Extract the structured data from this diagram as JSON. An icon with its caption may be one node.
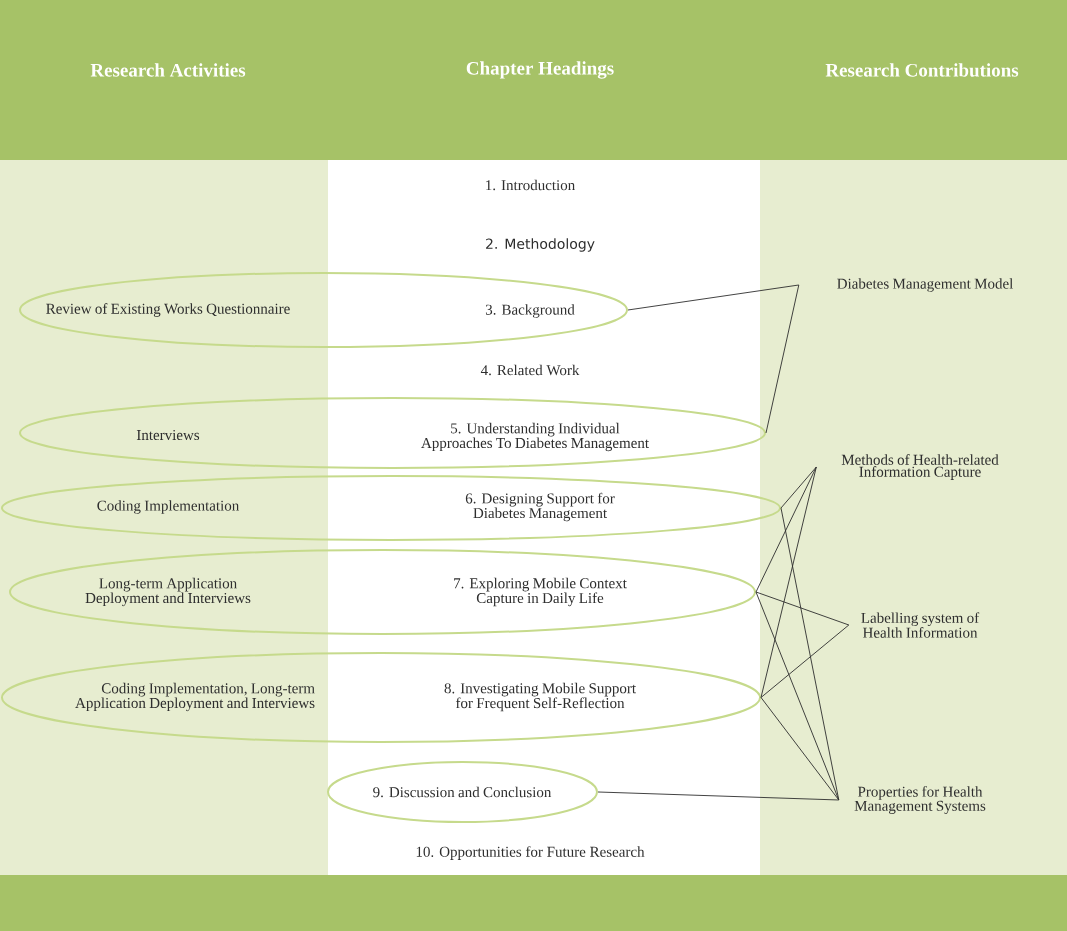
{
  "diagram": {
    "nodes": [
      {
        "text": [
          "Review of Existing Works Questionnaire",
          "3. Background"
        ]
      },
      {
        "text": [
          "Diabetes Management Model"
        ]
      },
      {
        "text": [
          "Interviews",
          "5. Understanding Individual Approaches To Diabetes Management"
        ]
      },
      {
        "text": [
          "Methods of Health-related Information Capture"
        ]
      },
      {
        "text": [
          "Coding Implementation",
          "6. Designing Support for Diabetes Management"
        ]
      },
      {
        "text": [
          "Long-term Application Deployment and Interviews",
          "7. Exploring Mobile Context Capture in Daily Life"
        ]
      },
      {
        "text": [
          "Labelling system of Health Information"
        ]
      },
      {
        "text": [
          "Coding Implementation, Long-term Application Deployment and Interviews",
          "8. Investigating Mobile Support for Frequent Self-Reflection"
        ]
      },
      {
        "text": [
          "9. Discussion and Conclusion"
        ]
      },
      {
        "text": [
          "Properties for Health Management Systems"
        ]
      }
    ],
    "edges": [
      {
        "from": 0,
        "to": 1,
        "arrow": "none"
      },
      {
        "from": 2,
        "to": 1,
        "arrow": "none"
      },
      {
        "from": 4,
        "to": 3,
        "arrow": "none"
      },
      {
        "from": 4,
        "to": 9,
        "arrow": "none"
      },
      {
        "from": 5,
        "to": 3,
        "arrow": "none"
      },
      {
        "from": 5,
        "to": 6,
        "arrow": "none"
      },
      {
        "from": 5,
        "to": 9,
        "arrow": "none"
      },
      {
        "from": 7,
        "to": 3,
        "arrow": "none"
      },
      {
        "from": 7,
        "to": 6,
        "arrow": "none"
      },
      {
        "from": 7,
        "to": 9,
        "arrow": "none"
      },
      {
        "from": 8,
        "to": 9,
        "arrow": "none"
      }
    ],
    "labels": [
      "Research Activities",
      "Chapter Headings",
      "Research Contributions",
      "1. Introduction",
      "2. Methodology",
      "4. Related Work",
      "10. Opportunities for Future Research"
    ]
  }
}
